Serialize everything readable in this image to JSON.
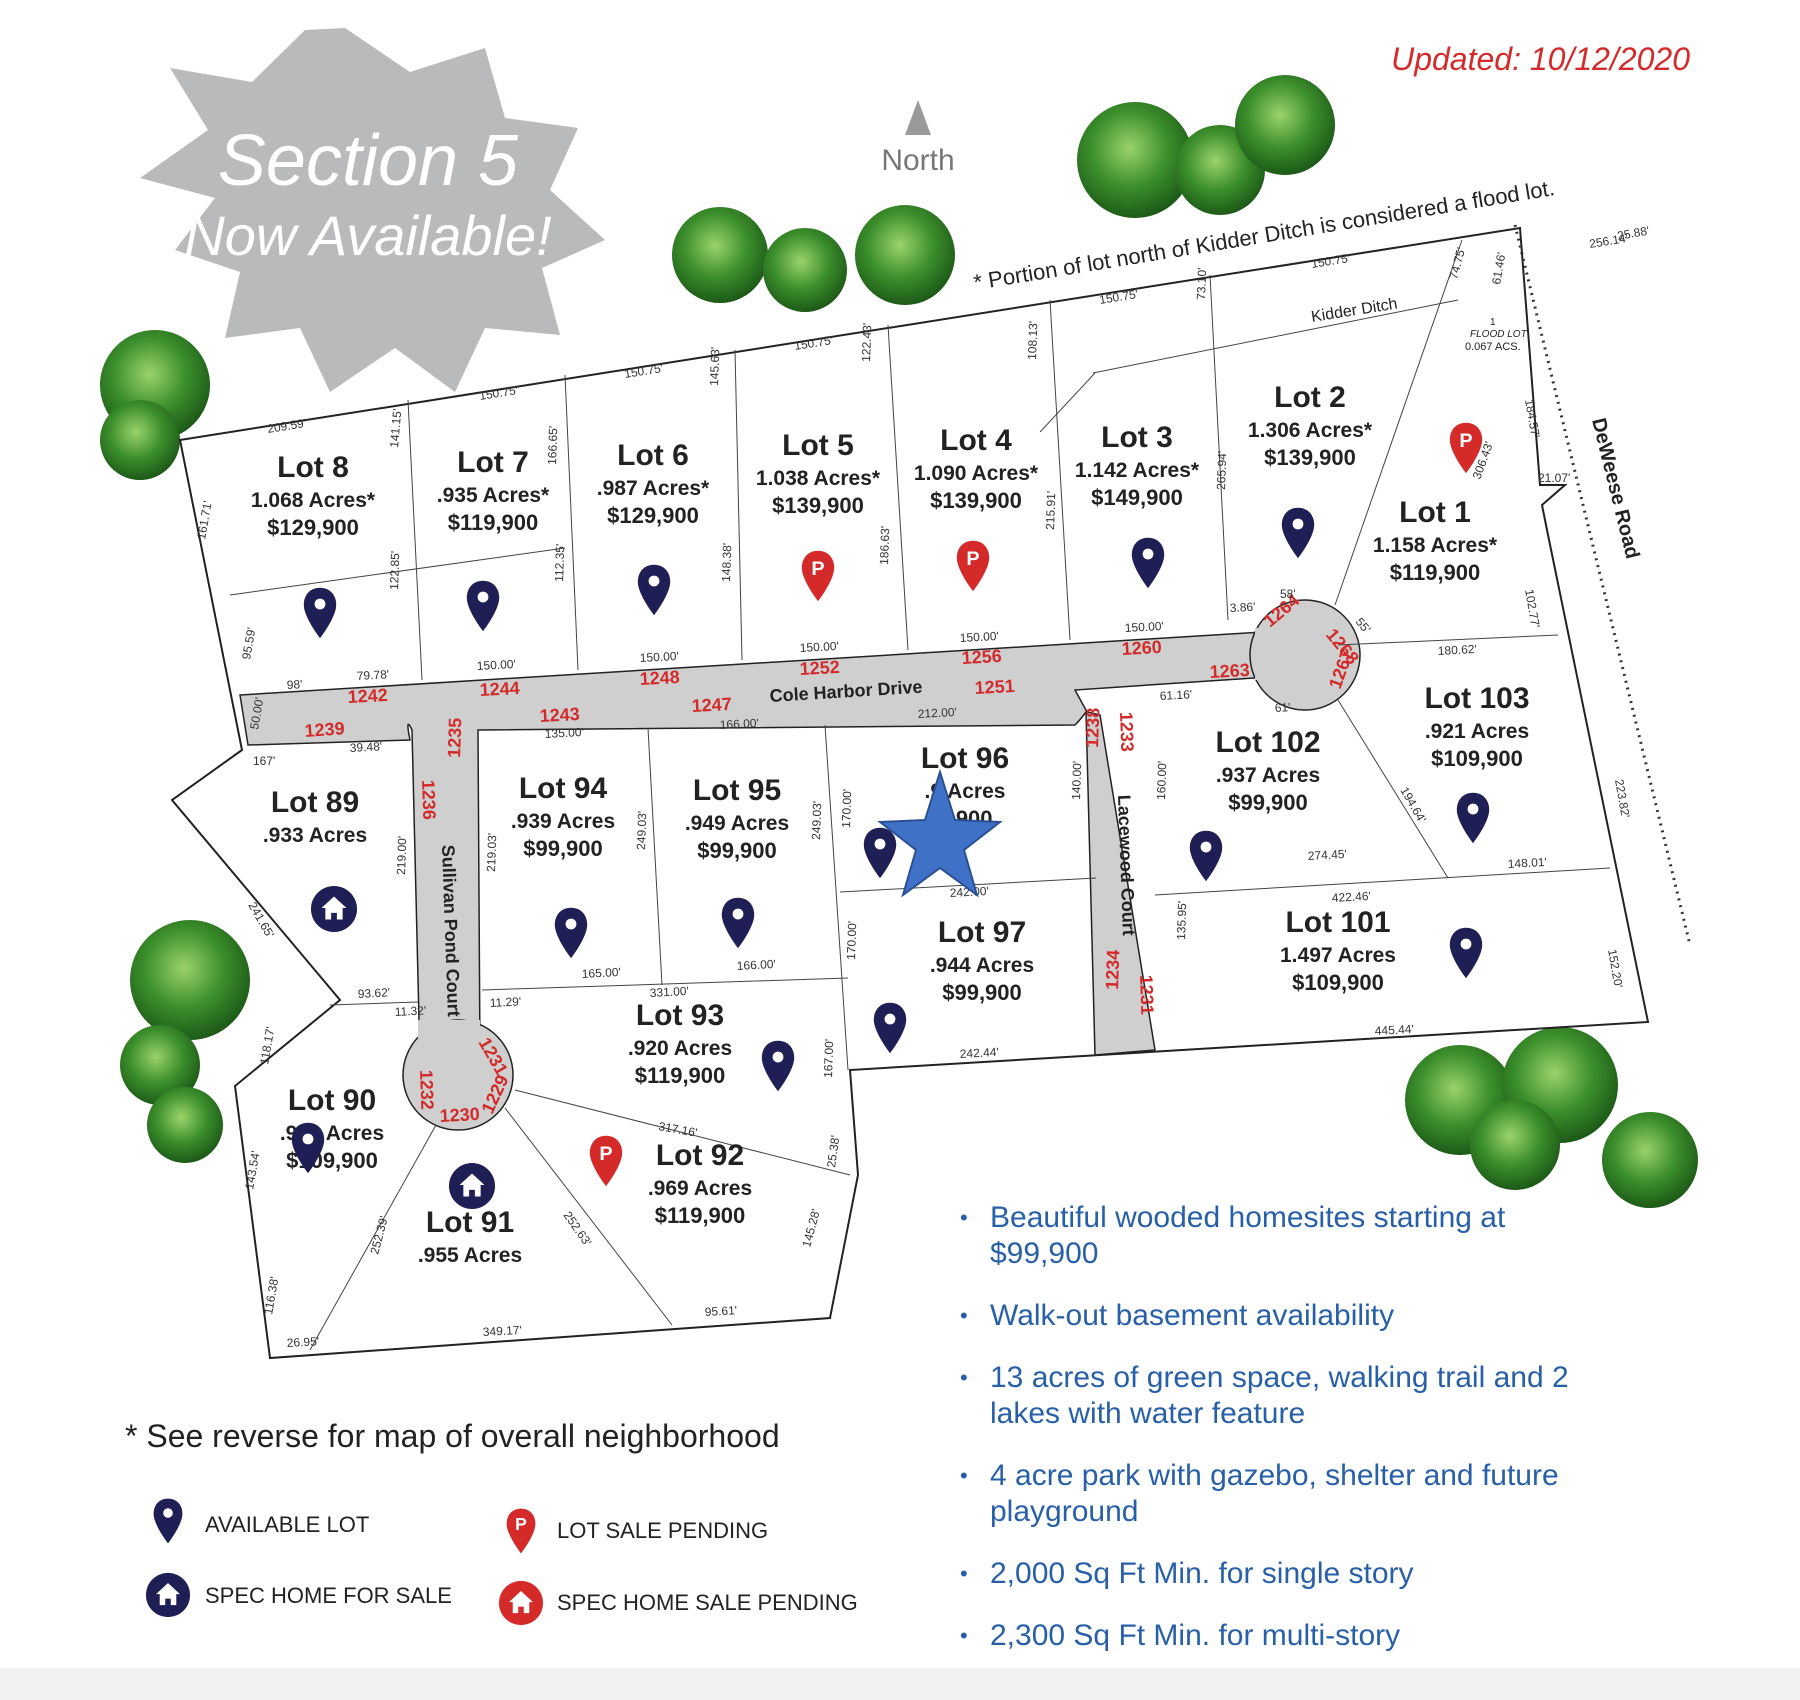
{
  "updated": "Updated: 10/12/2020",
  "burst": {
    "line1": "Section 5",
    "line2": "Now Available!"
  },
  "north": "North",
  "flood_note": "* Portion of lot north of Kidder Ditch is considered a flood lot.",
  "kidder_ditch": "Kidder Ditch",
  "flood_lot": {
    "label": "FLOOD LOT",
    "acres": "0.067 ACS.",
    "num": "1"
  },
  "road_deweese": "DeWeese Road",
  "road_cole": "Cole Harbor Drive",
  "road_sullivan": "Sullivan Pond Court",
  "road_lacewood": "Lacewood Court",
  "lots": [
    {
      "name": "Lot 8",
      "acres": "1.068 Acres*",
      "price": "$129,900"
    },
    {
      "name": "Lot 7",
      "acres": ".935 Acres*",
      "price": "$119,900"
    },
    {
      "name": "Lot 6",
      "acres": ".987 Acres*",
      "price": "$129,900"
    },
    {
      "name": "Lot 5",
      "acres": "1.038 Acres*",
      "price": "$139,900"
    },
    {
      "name": "Lot 4",
      "acres": "1.090 Acres*",
      "price": "$139,900"
    },
    {
      "name": "Lot 3",
      "acres": "1.142 Acres*",
      "price": "$149,900"
    },
    {
      "name": "Lot 2",
      "acres": "1.306 Acres*",
      "price": "$139,900"
    },
    {
      "name": "Lot 1",
      "acres": "1.158 Acres*",
      "price": "$119,900"
    },
    {
      "name": "Lot 103",
      "acres": ".921 Acres",
      "price": "$109,900"
    },
    {
      "name": "Lot 102",
      "acres": ".937 Acres",
      "price": "$99,900"
    },
    {
      "name": "Lot 101",
      "acres": "1.497 Acres",
      "price": "$109,900"
    },
    {
      "name": "Lot 96",
      "acres": ".9 Acres",
      "price": "$ 900"
    },
    {
      "name": "Lot 97",
      "acres": ".944 Acres",
      "price": "$99,900"
    },
    {
      "name": "Lot 95",
      "acres": ".949 Acres",
      "price": "$99,900"
    },
    {
      "name": "Lot 94",
      "acres": ".939 Acres",
      "price": "$99,900"
    },
    {
      "name": "Lot 89",
      "acres": ".933 Acres",
      "price": ""
    },
    {
      "name": "Lot 93",
      "acres": ".920 Acres",
      "price": "$119,900"
    },
    {
      "name": "Lot 90",
      "acres": ".920 Acres",
      "price": "$109,900"
    },
    {
      "name": "Lot 91",
      "acres": ".955 Acres",
      "price": ""
    },
    {
      "name": "Lot 92",
      "acres": ".969 Acres",
      "price": "$119,900"
    }
  ],
  "addresses": [
    "1242",
    "1244",
    "1248",
    "1252",
    "1256",
    "1260",
    "1263",
    "1264",
    "1268",
    "1267",
    "1239",
    "1243",
    "1247",
    "1251",
    "1236",
    "1235",
    "1238",
    "1233",
    "1231",
    "1234",
    "1232",
    "1230",
    "1229",
    "1231"
  ],
  "dims": [
    "209.59'",
    "150.75'",
    "150.75'",
    "150.75'",
    "150.75'",
    "150.75'",
    "256.14'",
    "25.88'",
    "74.75'",
    "61.46'",
    "161.71'",
    "141.15'",
    "166.65'",
    "145.63'",
    "122.43'",
    "108.13'",
    "73.10'",
    "184.57'",
    "306.43'",
    "21.07'",
    "95.59'",
    "122.85'",
    "112.35'",
    "148.38'",
    "186.63'",
    "215.91'",
    "265.94'",
    "102.77'",
    "79.78'",
    "98'",
    "150.00'",
    "150.00'",
    "150.00'",
    "150.00'",
    "150.00'",
    "3.86'",
    "58'",
    "55'",
    "180.62'",
    "50.00'",
    "39.48'",
    "167'",
    "135.00'",
    "166.00'",
    "212.00'",
    "61.16'",
    "61'",
    "223.82'",
    "219.00'",
    "219.03'",
    "249.03'",
    "249.03'",
    "170.00'",
    "140.00'",
    "160.00'",
    "194.64'",
    "274.45'",
    "148.01'",
    "242.00'",
    "422.46'",
    "241.65'",
    "165.00'",
    "166.00'",
    "331.00'",
    "135.95'",
    "152.20'",
    "93.62'",
    "11.32'",
    "11.29'",
    "170.00'",
    "242.44'",
    "445.44'",
    "118.17'",
    "167.00'",
    "317.16'",
    "25.38'",
    "143.54'",
    "252.39'",
    "252.63'",
    "145.28'",
    "116.38'",
    "26.95'",
    "349.17'",
    "95.61'"
  ],
  "see_reverse": "* See reverse for map of overall neighborhood",
  "legend": {
    "available": "AVAILABLE LOT",
    "pending": "LOT SALE PENDING",
    "spec": "SPEC HOME FOR SALE",
    "spec_pending": "SPEC HOME SALE PENDING"
  },
  "bullets": [
    "Beautiful wooded homesites starting at $99,900",
    "Walk-out basement availability",
    "13 acres of green space, walking trail and 2 lakes with water feature",
    "4 acre park with gazebo, shelter and future playground",
    "2,000 Sq Ft Min. for single story",
    "2,300 Sq Ft Min. for multi-story"
  ],
  "colors": {
    "navy": "#1f1f55",
    "red": "#d42a2a",
    "road": "#cfcfcf",
    "burst": "#b9babc",
    "tree": "#3c8f2c",
    "blue_text": "#2760a8",
    "star": "#3f72c6"
  }
}
